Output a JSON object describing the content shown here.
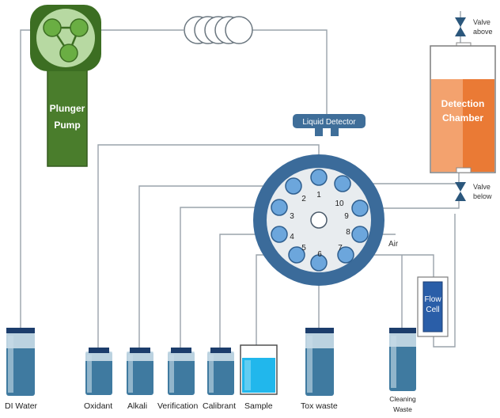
{
  "colors": {
    "pump_dark": "#3c6e22",
    "pump_light": "#b7d9a2",
    "pump_ball": "#6aae43",
    "valve_ring": "#3b6b9a",
    "valve_face": "#e8ecef",
    "port": "#6ca6dc",
    "bottle": "#3f7aa0",
    "bottle_cap": "#1c3d6c",
    "sample_liquid": "#21b7ec",
    "detection_light": "#f3a26e",
    "detection_dark": "#ea7a35",
    "flow_cell": "#2a5ea8",
    "tube": "#9aa3ab",
    "valve_icon": "#2b577c"
  },
  "pump": {
    "label_line1": "Plunger",
    "label_line2": "Pump"
  },
  "detector": {
    "label": "Liquid Detector"
  },
  "detection_chamber": {
    "label_line1": "Detection",
    "label_line2": "Chamber"
  },
  "valves": {
    "above_line1": "Valve",
    "above_line2": "above",
    "below_line1": "Valve",
    "below_line2": "below"
  },
  "flow_cell": {
    "label_line1": "Flow",
    "label_line2": "Cell"
  },
  "ports": [
    "1",
    "2",
    "3",
    "4",
    "5",
    "6",
    "7",
    "8",
    "9",
    "10"
  ],
  "air_label": "Air",
  "bottles": {
    "di_water": "DI Water",
    "oxidant": "Oxidant",
    "alkali": "Alkali",
    "verification": "Verification",
    "calibrant": "Calibrant",
    "sample": "Sample",
    "tox_waste": "Tox waste",
    "cleaning_line1": "Cleaning",
    "cleaning_line2": "Waste"
  }
}
